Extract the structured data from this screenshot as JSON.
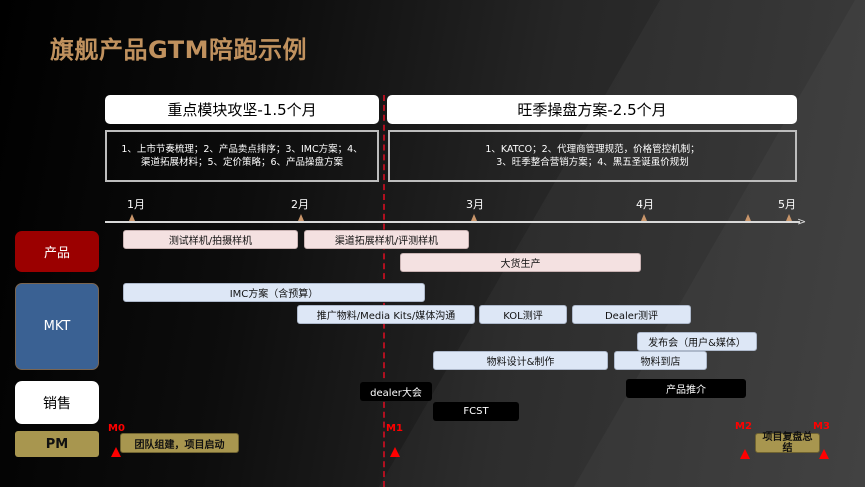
{
  "title": "旗舰产品GTM陪跑示例",
  "phases": [
    {
      "header": "重点模块攻坚-1.5个月",
      "desc_line1": "1、上市节奏梳理；2、产品卖点排序；3、IMC方案；4、",
      "desc_line2": "渠道拓展材料；5、定价策略；6、产品操盘方案"
    },
    {
      "header": "旺季操盘方案-2.5个月",
      "desc_line1": "1、KATCO；2、代理商管理规范，价格管控机制；",
      "desc_line2": "3、旺季整合营销方案；4、黑五圣诞虽价规划"
    }
  ],
  "timeline": {
    "months": [
      "1月",
      "2月",
      "3月",
      "4月",
      "5月"
    ]
  },
  "lanes": {
    "product": "产品",
    "mkt": "MKT",
    "sales": "销售",
    "pm": "PM"
  },
  "tasks": {
    "product": [
      "测试样机/拍摄样机",
      "渠道拓展样机/评测样机",
      "大货生产"
    ],
    "mkt": [
      "IMC方案（含预算）",
      "推广物料/Media Kits/媒体沟通",
      "KOL测评",
      "Dealer测评",
      "发布会（用户&媒体）",
      "物料设计&制作",
      "物料到店"
    ],
    "sales": [
      "dealer大会",
      "FCST",
      "产品推介"
    ],
    "pm": [
      "团队组建，项目启动",
      "项目复盘总结"
    ]
  },
  "milestones": [
    "M0",
    "M1",
    "M2",
    "M3"
  ],
  "colors": {
    "title": "#c0915e",
    "product_lane": "#9b0000",
    "mkt_lane": "#3a6193",
    "pm_lane": "#a8964f",
    "milestone": "#ff0000",
    "divider": "#b01020"
  }
}
